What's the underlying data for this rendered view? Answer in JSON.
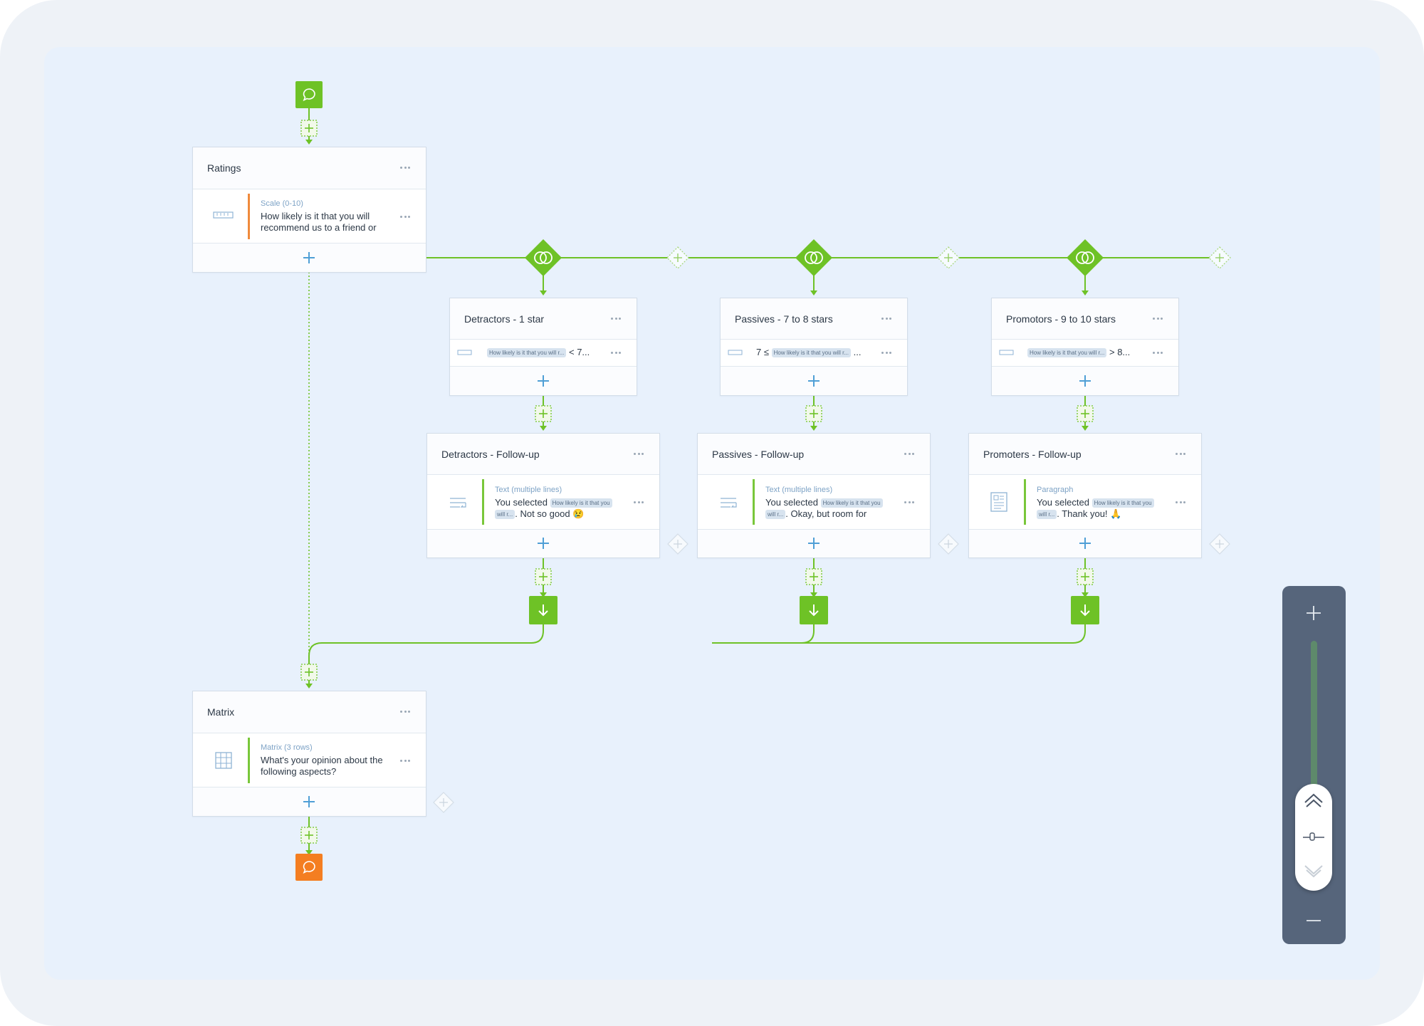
{
  "nodes": {
    "ratings": {
      "title": "Ratings",
      "question_type": "Scale (0-10)",
      "question_text": "How likely is it that you will recommend us to a friend or"
    },
    "detractors": {
      "title": "Detractors - 1 star",
      "chip": "How likely is it that you will r...",
      "op": "< 7..."
    },
    "passives": {
      "title": "Passives - 7 to 8 stars",
      "prefix": "7 ≤",
      "chip": "How likely is it that you will r...",
      "op": "..."
    },
    "promotors": {
      "title": "Promotors - 9 to 10 stars",
      "chip": "How likely is it that you will r...",
      "op": "> 8..."
    },
    "detractors_followup": {
      "title": "Detractors - Follow-up",
      "question_type": "Text (multiple lines)",
      "prefix": "You selected",
      "chip1": "How likely is it that you",
      "chip2": "will r...",
      "suffix": ". Not so good 😢"
    },
    "passives_followup": {
      "title": "Passives - Follow-up",
      "question_type": "Text (multiple lines)",
      "prefix": "You selected",
      "chip1": "How likely is it that you",
      "chip2": "will r...",
      "suffix": ". Okay, but room for"
    },
    "promoters_followup": {
      "title": "Promoters - Follow-up",
      "question_type": "Paragraph",
      "prefix": "You selected",
      "chip1": "How likely is it that you",
      "chip2": "will r...",
      "suffix": ". Thank you! 🙏"
    },
    "matrix": {
      "title": "Matrix",
      "question_type": "Matrix (3 rows)",
      "question_text": "What's your opinion about the following aspects?"
    }
  },
  "icons": [
    "chat-bubble-icon",
    "add-step-icon",
    "branch-condition-icon",
    "scale-ruler-icon",
    "multiline-text-icon",
    "paragraph-icon",
    "matrix-grid-icon",
    "end-arrow-icon",
    "zoom-in-icon",
    "zoom-out-icon",
    "pan-up-icon",
    "pan-down-icon",
    "zoom-handle-icon"
  ],
  "colors": {
    "flow_green": "#6ec226",
    "end_orange": "#f47e21",
    "accent_orange": "#f08a3c",
    "accent_green": "#79c73a",
    "action_blue": "#4f9fd6",
    "canvas": "#e8f1fc",
    "zoom_panel": "#56657b"
  }
}
